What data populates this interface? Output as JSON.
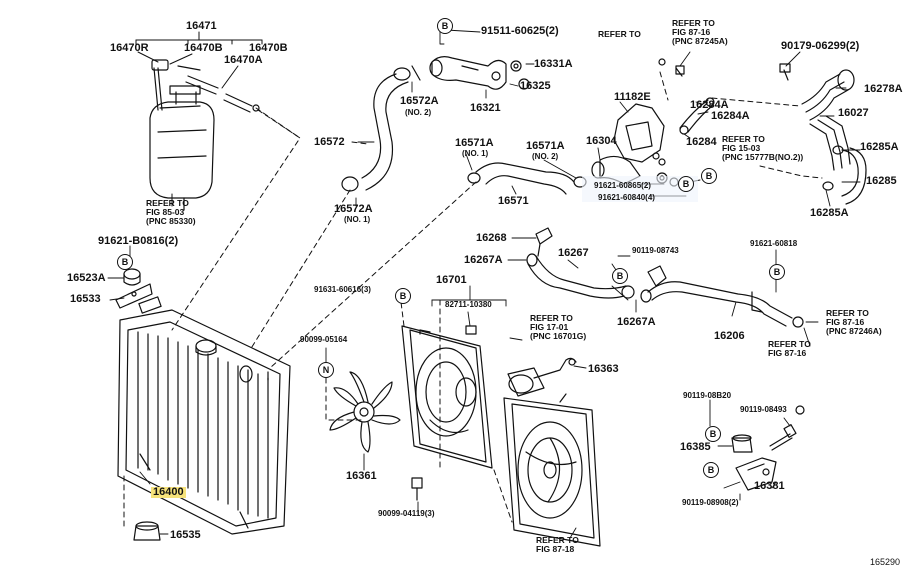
{
  "diagram_code": "165290",
  "labels": {
    "p16471": "16471",
    "p16470R": "16470R",
    "p16470B_a": "16470B",
    "p16470B_b": "16470B",
    "p16470A": "16470A",
    "ref_85_03": "REFER TO\nFIG 85-03\n(PNC 85330)",
    "p91511": "91511-60625(2)",
    "p16331A": "16331A",
    "p16325": "16325",
    "p16321": "16321",
    "p16572A_top": "16572A",
    "p16572A_top_note": "(NO. 2)",
    "p16572": "16572",
    "p16572A_bot": "16572A",
    "p16572A_bot_note": "(NO. 1)",
    "p16571A_1": "16571A",
    "p16571A_1_note": "(NO. 1)",
    "p16571A_2": "16571A",
    "p16571A_2_note": "(NO. 2)",
    "p16571": "16571",
    "p16304": "16304",
    "p11182E": "11182E",
    "p16284A_a": "16284A",
    "p16284A_b": "16284A",
    "p16284": "16284",
    "ref_87_16_a": "REFER TO\nFIG 87-16\n(PNC 87245A)",
    "ref_87_16_a_lead": "REFER TO",
    "p90179": "90179-06299(2)",
    "p16278A": "16278A",
    "p16027": "16027",
    "ref_15_03": "REFER TO\nFIG 15-03\n(PNC 15777B(NO.2))",
    "p16285A_a": "16285A",
    "p16285": "16285",
    "p16285A_b": "16285A",
    "p91621_60865": "91621-60865(2)",
    "p91621_60840": "91621-60840(4)",
    "p91621_B0816": "91621-B0816(2)",
    "p16523A": "16523A",
    "p16533": "16533",
    "p16400": "16400",
    "p16535": "16535",
    "p91631": "91631-60616(3)",
    "p16701": "16701",
    "p82711": "82711-10380",
    "ref_17_01": "REFER TO\nFIG 17-01\n(PNC 16701G)",
    "p90099_05164": "90099-05164",
    "p16361": "16361",
    "p90099_04119": "90099-04119(3)",
    "p16363": "16363",
    "ref_87_18": "REFER TO\nFIG 87-18",
    "p16268": "16268",
    "p16267A_a": "16267A",
    "p16267": "16267",
    "p16267A_b": "16267A",
    "p90119_08743": "90119-08743",
    "p91621_60818": "91621-60818",
    "p16206": "16206",
    "ref_87_16_b": "REFER TO\nFIG 87-16\n(PNC 87246A)",
    "ref_87_16_c": "REFER TO\nFIG 87-16",
    "p90119_08B20": "90119-08B20",
    "p90119_08493": "90119-08493",
    "p16385": "16385",
    "p16381": "16381",
    "p90119_08908": "90119-08908(2)"
  },
  "callouts": {
    "B": "B",
    "N": "N"
  },
  "colors": {
    "line": "#111111",
    "highlight": "#f6e27a",
    "shade": "#eef3fb"
  }
}
